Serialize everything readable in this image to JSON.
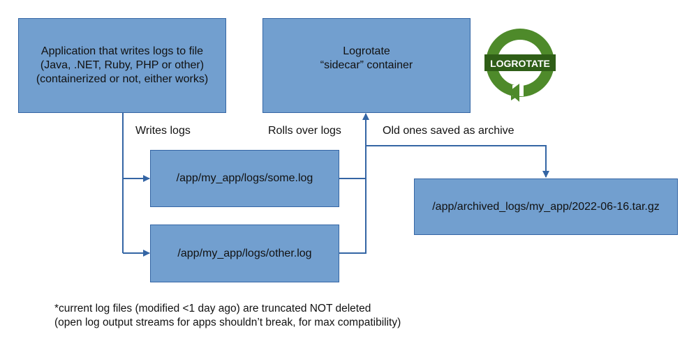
{
  "boxes": {
    "app": {
      "lines": [
        "Application that writes logs to file",
        "(Java, .NET, Ruby, PHP or other)",
        "(containerized or not, either works)"
      ]
    },
    "logrotate": {
      "lines": [
        "Logrotate",
        "“sidecar” container"
      ]
    },
    "some_log": {
      "text": "/app/my_app/logs/some.log"
    },
    "other_log": {
      "text": "/app/my_app/logs/other.log"
    },
    "archive": {
      "text": "/app/archived_logs/my_app/2022-06-16.tar.gz"
    }
  },
  "edge_labels": {
    "writes": "Writes logs",
    "rolls": "Rolls over logs",
    "archive": "Old ones saved as archive"
  },
  "note": {
    "line1": "*current log files (modified <1 day ago) are truncated NOT deleted",
    "line2": "(open log output streams for apps shouldn’t break, for max compatibility)"
  },
  "logo": {
    "text": "LOGROTATE",
    "icon": "logrotate-logo"
  },
  "colors": {
    "box_fill": "#729fcf",
    "arrow": "#3465a4",
    "logo_green": "#4e8a2a"
  }
}
